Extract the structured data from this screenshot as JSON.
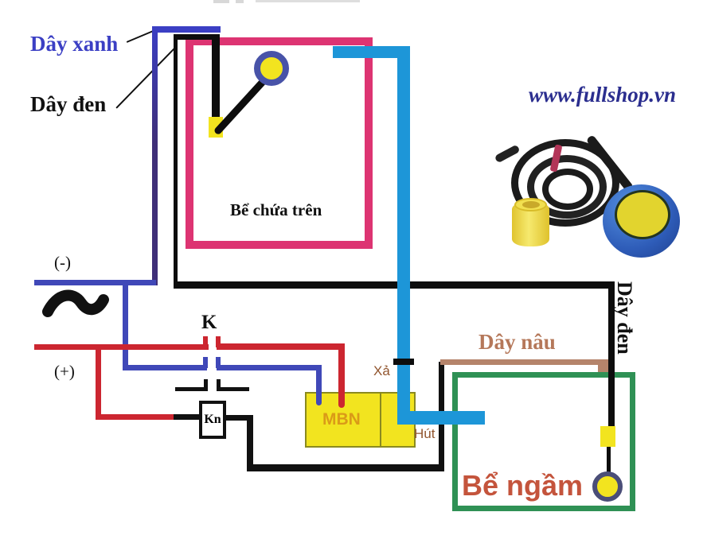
{
  "labels": {
    "day_xanh": "Dây xanh",
    "day_den": "Dây đen",
    "day_nau": "Dây nâu",
    "day_den_vertical": "Dây đen"
  },
  "power": {
    "negative": "(-)",
    "positive": "(+)",
    "ac_symbol": "~"
  },
  "switches": {
    "k": "K",
    "kn": "Kn"
  },
  "pump": {
    "name": "MBN",
    "outlet": "Xả",
    "inlet": "Hút"
  },
  "tanks": {
    "upper": "Bể chứa trên",
    "lower": "Bể ngầm"
  },
  "watermark": {
    "url_text": "www.fullshop.vn"
  },
  "colors": {
    "pink": "#DD3472",
    "green": "#2F9155",
    "yellow": "#F2E41F",
    "pipeblue": "#1D96D8",
    "wireblue": "#4048B8",
    "cornerblue": "#3B3FC4",
    "purple": "#3F2F78",
    "red": "#CC2630",
    "brown": "#B5846B",
    "black": "#111111",
    "floatring": "#4853A8",
    "floatringdark": "#4A4E78",
    "labelbrown": "#B5785A",
    "orange": "#DA9A18",
    "rust": "#C4543C",
    "pipelabel": "#91552E",
    "navy": "#2B2E8F",
    "photoblue": "#2E5CB8",
    "photoyellow": "#E2D42E"
  }
}
